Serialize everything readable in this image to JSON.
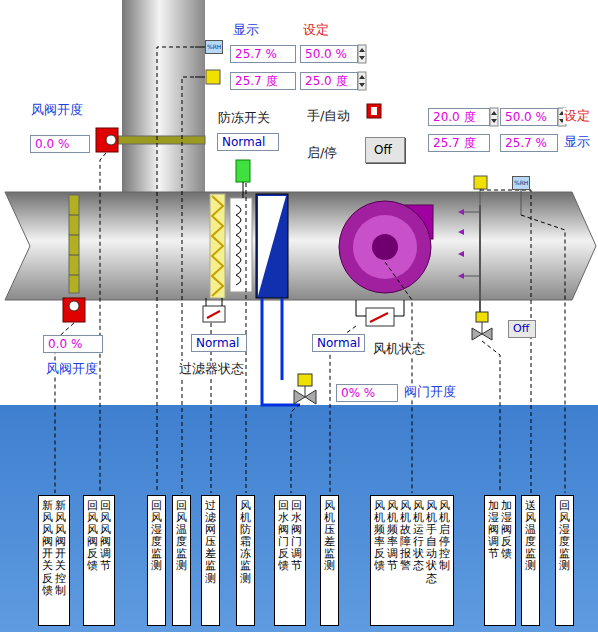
{
  "diagram": {
    "nodes": [
      {
        "text": [
          "25.7 %"
        ]
      },
      {
        "text": [
          "50.0 %"
        ]
      },
      {
        "text": [
          "25.7 度"
        ]
      },
      {
        "text": [
          "25.0 度"
        ]
      },
      {
        "text": [
          "0.0 %"
        ]
      },
      {
        "text": [
          "Normal"
        ]
      },
      {
        "text": [
          "Off"
        ]
      },
      {
        "text": [
          "20.0 度"
        ]
      },
      {
        "text": [
          "50.0 %"
        ]
      },
      {
        "text": [
          "25.7 度"
        ]
      },
      {
        "text": [
          "25.7 %"
        ]
      },
      {
        "text": [
          "0.0 %"
        ]
      },
      {
        "text": [
          "Normal"
        ]
      },
      {
        "text": [
          "Normal"
        ]
      },
      {
        "text": [
          "0% %"
        ]
      },
      {
        "text": [
          "Off"
        ]
      },
      {
        "text": [
          "新风风阀开关反馈",
          "新风风阀开关控制"
        ]
      },
      {
        "text": [
          "回风风阀反馈",
          "回风风阀调节"
        ]
      },
      {
        "text": [
          "回风湿度监测"
        ]
      },
      {
        "text": [
          "回风温度监测"
        ]
      },
      {
        "text": [
          "过滤网压差监测"
        ]
      },
      {
        "text": [
          "风机防霜冻监测"
        ]
      },
      {
        "text": [
          "回水阀门反馈",
          "回水阀门调节"
        ]
      },
      {
        "text": [
          "风机压差监测"
        ]
      },
      {
        "text": [
          "风机频率反馈",
          "风机频率调节",
          "风机故障报警",
          "风机运行状态",
          "风机手自动状态",
          "风机启停控制"
        ]
      },
      {
        "text": [
          "加湿阀调节",
          "加湿阀反馈"
        ]
      },
      {
        "text": [
          "送风温度监测"
        ]
      },
      {
        "text": [
          "回风湿度监测"
        ]
      }
    ],
    "labels": [
      "显示",
      "设定",
      "风阀开度",
      "防冻开关",
      "手/自动",
      "启/停",
      "设定",
      "显示",
      "风阀开度",
      "过滤器状态",
      "风机状态",
      "阀门开度",
      "%RH",
      "%RH"
    ]
  }
}
